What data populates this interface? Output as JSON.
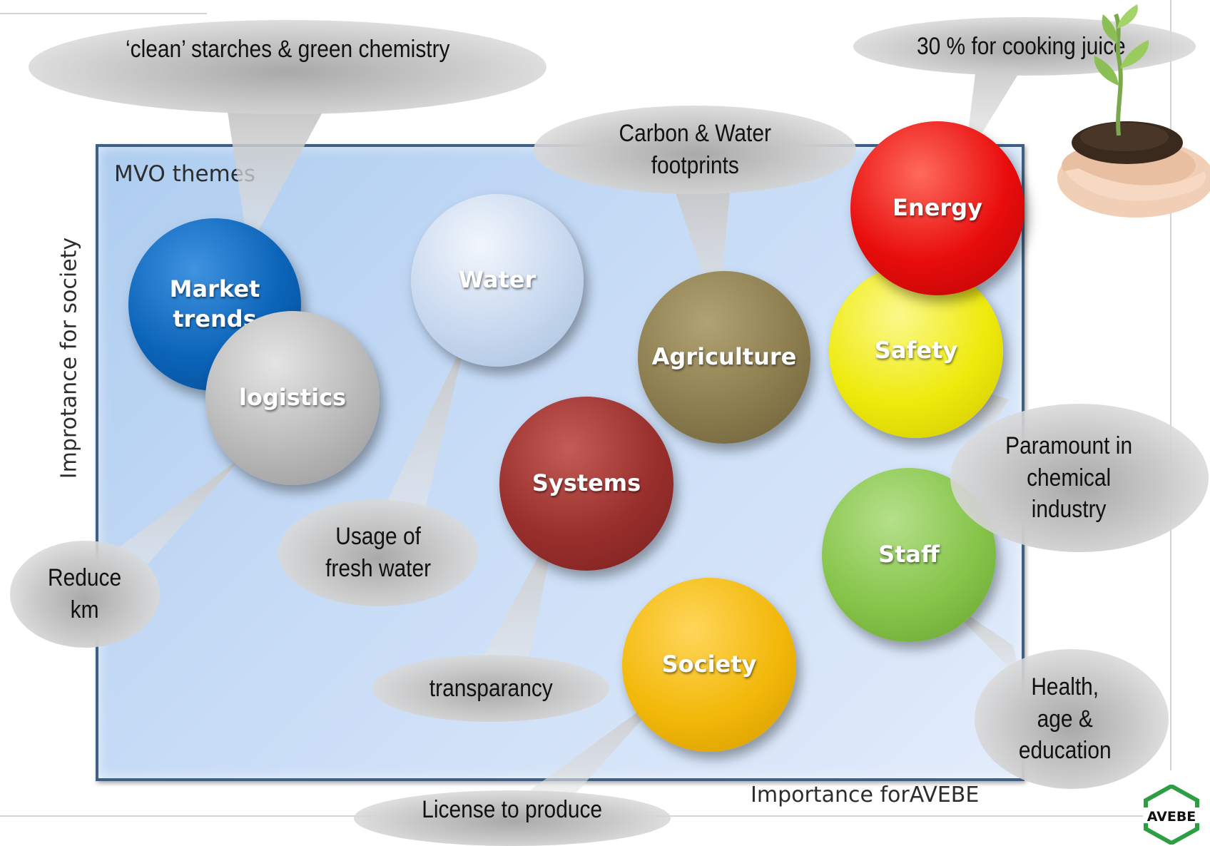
{
  "diagram": {
    "panel_title": "MVO themes",
    "x_axis_label": "Importance forAVEBE",
    "y_axis_label": "Improtance for society"
  },
  "themes": [
    {
      "label": "Market\ntrends",
      "color": "#0b63b8"
    },
    {
      "label": "logistics",
      "color": "#b9b9b9"
    },
    {
      "label": "Water",
      "color": "#c7d8ef"
    },
    {
      "label": "Agriculture",
      "color": "#8b7d4e"
    },
    {
      "label": "Energy",
      "color": "#e80c0c"
    },
    {
      "label": "Safety",
      "color": "#eeea0c"
    },
    {
      "label": "Systems",
      "color": "#992f2c"
    },
    {
      "label": "Staff",
      "color": "#86c44a"
    },
    {
      "label": "Society",
      "color": "#f2b80a"
    }
  ],
  "callouts": [
    {
      "text": "‘clean’ starches & green chemistry"
    },
    {
      "text": "30 % for cooking juice"
    },
    {
      "text": "Carbon & Water\nfootprints"
    },
    {
      "text": "Paramount in\nchemical\nindustry"
    },
    {
      "text": "Usage of\nfresh water"
    },
    {
      "text": "Reduce\nkm"
    },
    {
      "text": "transparancy"
    },
    {
      "text": "Health,\nage &\neducation"
    },
    {
      "text": "License to produce"
    }
  ],
  "logo": {
    "text": "AVEBE",
    "color": "#2e9e44"
  }
}
